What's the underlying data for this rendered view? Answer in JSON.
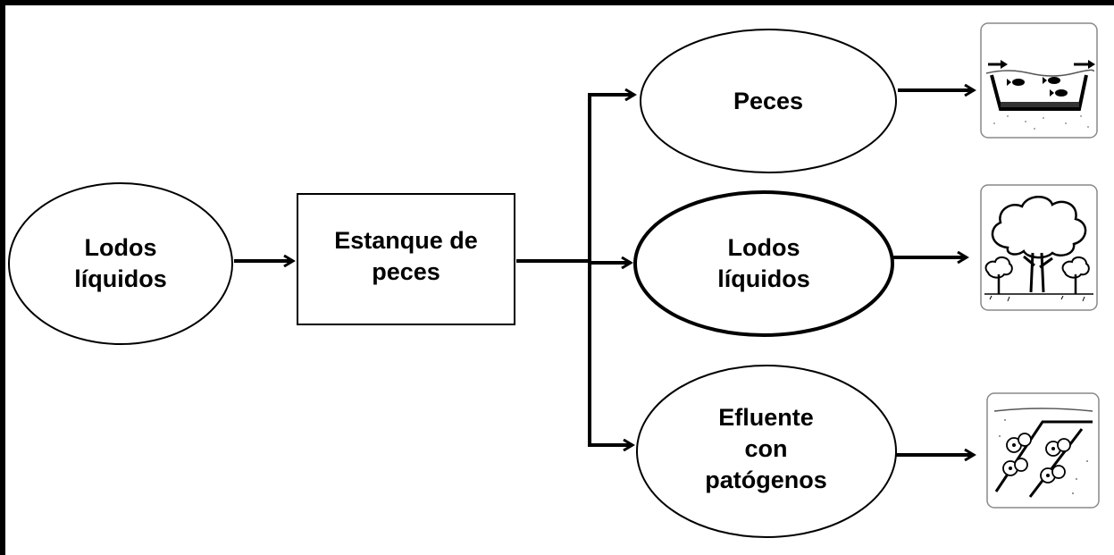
{
  "nodes": {
    "source": {
      "label": "Lodos\nlíquidos"
    },
    "pond": {
      "label": "Estanque de\npeces"
    },
    "fish": {
      "label": "Peces"
    },
    "sludge": {
      "label": "Lodos\nlíquidos"
    },
    "effluent": {
      "label": "Efluente\ncon\npatógenos"
    }
  },
  "icons": {
    "fish": "fish-pond-icon",
    "sludge": "trees-icon",
    "effluent": "irrigated-field-icon"
  },
  "colors": {
    "stroke": "#000000",
    "background": "#ffffff",
    "sketch": "#9a9a9a"
  }
}
